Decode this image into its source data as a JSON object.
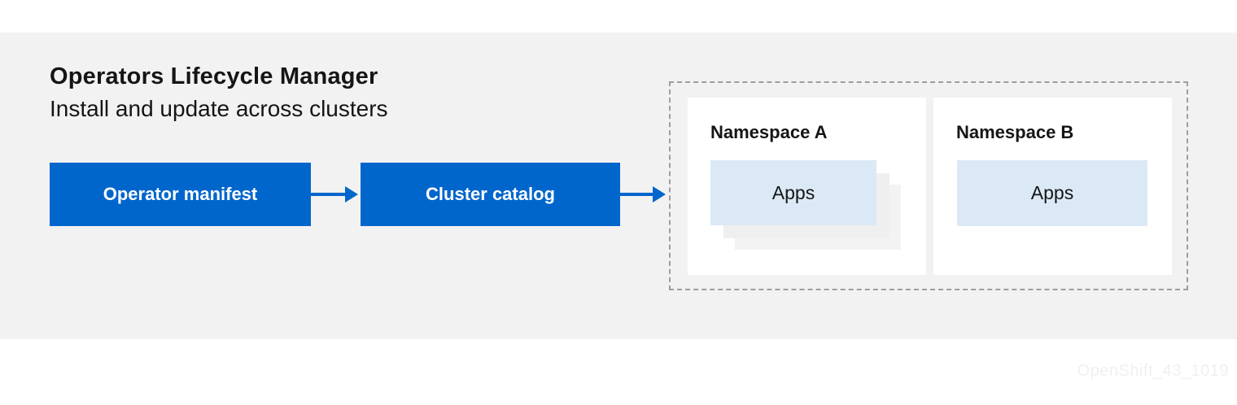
{
  "colors": {
    "brand_blue": "#0066CC",
    "light_blue": "#DBE9F6",
    "background_gray": "#F2F2F2",
    "card_white": "#FFFFFF",
    "dashed_border": "#9E9E9E",
    "text_dark": "#151515",
    "stack_gray_1": "#EFEFEF",
    "stack_gray_2": "#F3F3F3",
    "watermark": "#F0F0F0"
  },
  "header": {
    "title": "Operators Lifecycle Manager",
    "subtitle": "Install and update across clusters"
  },
  "flow": {
    "nodes": [
      {
        "label": "Operator manifest"
      },
      {
        "label": "Cluster catalog"
      }
    ]
  },
  "cluster": {
    "namespaces": [
      {
        "title": "Namespace A",
        "app_label": "Apps",
        "stacked_app_cards": 2
      },
      {
        "title": "Namespace B",
        "app_label": "Apps",
        "stacked_app_cards": 0
      }
    ]
  },
  "watermark": "OpenShift_43_1019"
}
